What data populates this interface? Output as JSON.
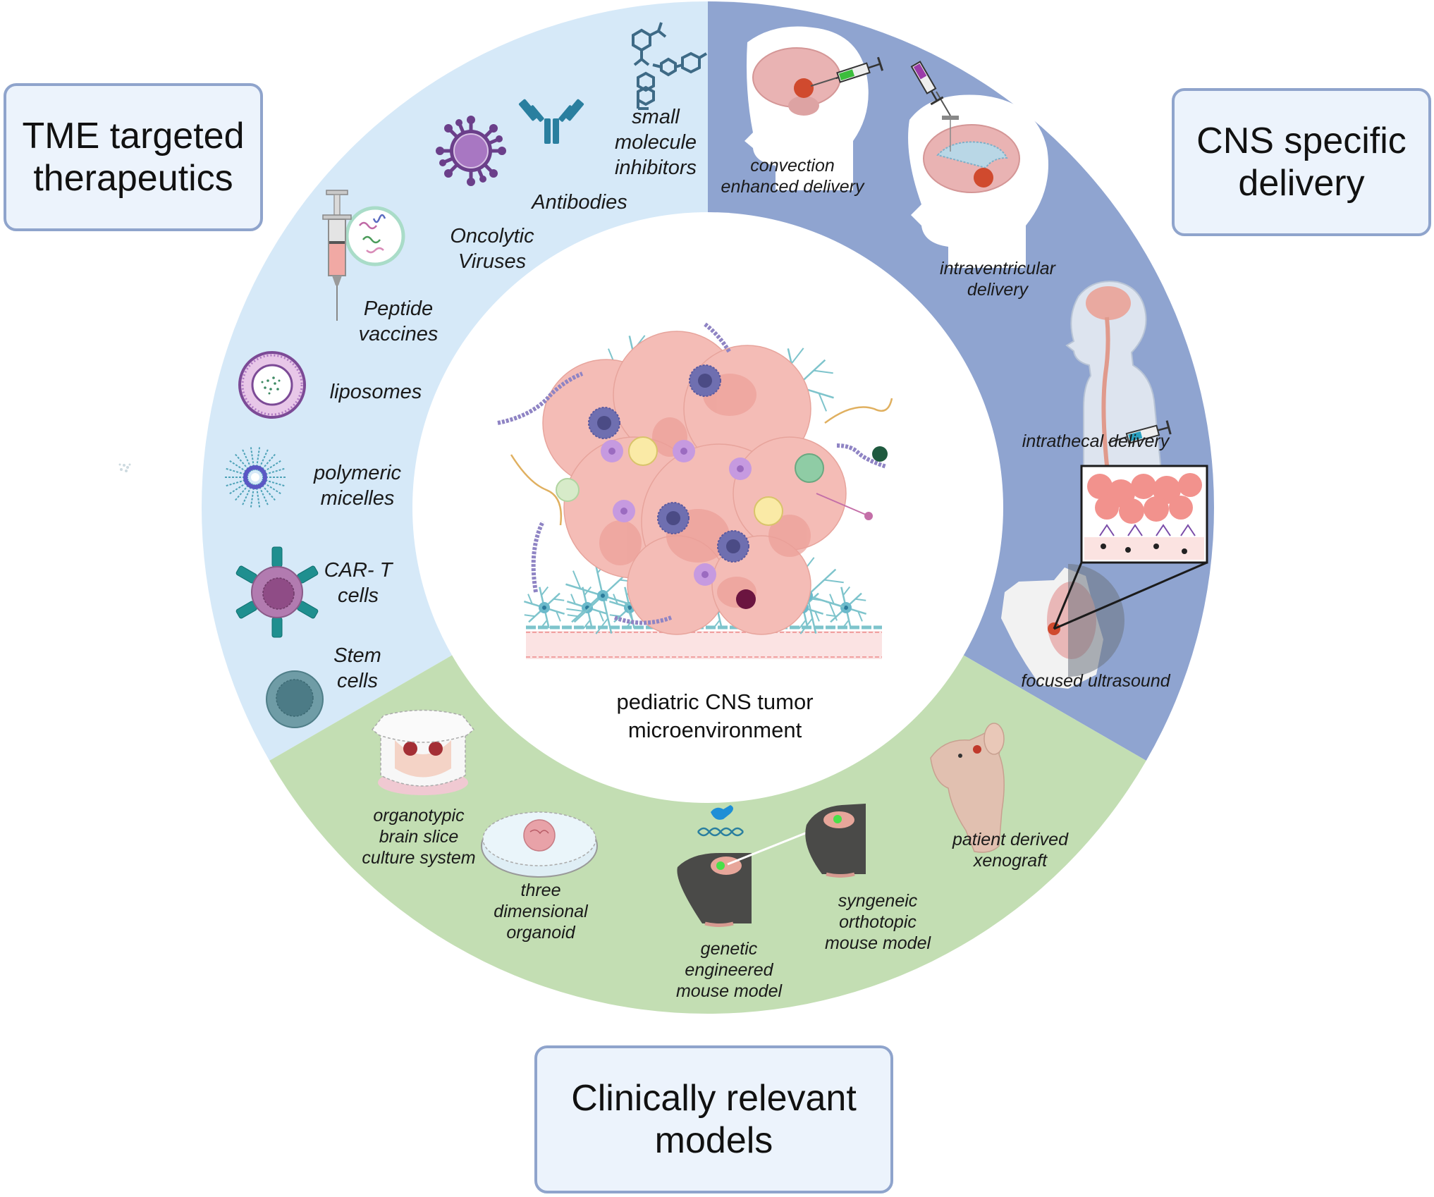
{
  "diagram": {
    "center": {
      "label_lines": [
        "pediatric CNS tumor",
        "microenvironment"
      ]
    },
    "segments": [
      {
        "id": "tme",
        "title_lines": [
          "TME targeted",
          "therapeutics"
        ],
        "color": "#d6e9f8",
        "items": [
          {
            "icon": "small-molecule-icon",
            "label_lines": [
              "small",
              "molecule",
              "inhibitors"
            ]
          },
          {
            "icon": "antibody-icon",
            "label_lines": [
              "Antibodies"
            ]
          },
          {
            "icon": "oncolytic-virus-icon",
            "label_lines": [
              "Oncolytic",
              "Viruses"
            ]
          },
          {
            "icon": "peptide-vaccine-syringe-icon",
            "label_lines": [
              "Peptide",
              "vaccines"
            ]
          },
          {
            "icon": "liposome-icon",
            "label_lines": [
              "liposomes"
            ]
          },
          {
            "icon": "polymeric-micelle-icon",
            "label_lines": [
              "polymeric",
              "micelles"
            ]
          },
          {
            "icon": "car-t-cell-icon",
            "label_lines": [
              "CAR- T",
              "cells"
            ]
          },
          {
            "icon": "stem-cell-icon",
            "label_lines": [
              "Stem",
              "cells"
            ]
          }
        ]
      },
      {
        "id": "cns",
        "title_lines": [
          "CNS specific",
          "delivery"
        ],
        "color": "#8fa4d0",
        "items": [
          {
            "icon": "convection-head-syringe-icon",
            "label_lines": [
              "convection",
              "enhanced delivery"
            ]
          },
          {
            "icon": "intraventricular-head-syringe-icon",
            "label_lines": [
              "intraventricular",
              "delivery"
            ]
          },
          {
            "icon": "intrathecal-child-spine-icon",
            "label_lines": [
              "intrathecal delivery"
            ]
          },
          {
            "icon": "focused-ultrasound-head-icon",
            "label_lines": [
              "focused ultrasound"
            ]
          }
        ]
      },
      {
        "id": "models",
        "title_lines": [
          "Clinically relevant",
          "models"
        ],
        "color": "#c3deb3",
        "items": [
          {
            "icon": "brain-slice-culture-insert-icon",
            "label_lines": [
              "organotypic",
              "brain slice",
              "culture system"
            ]
          },
          {
            "icon": "petri-dish-organoid-icon",
            "label_lines": [
              "three",
              "dimensional",
              "organoid"
            ]
          },
          {
            "icon": "gemm-mouse-dna-icon",
            "label_lines": [
              "genetic",
              "engineered",
              "mouse model"
            ]
          },
          {
            "icon": "syngeneic-mouse-icon",
            "label_lines": [
              "syngeneic",
              "orthotopic",
              "mouse model"
            ]
          },
          {
            "icon": "pdx-nude-mouse-icon",
            "label_lines": [
              "patient derived",
              "xenograft"
            ]
          }
        ]
      }
    ]
  }
}
